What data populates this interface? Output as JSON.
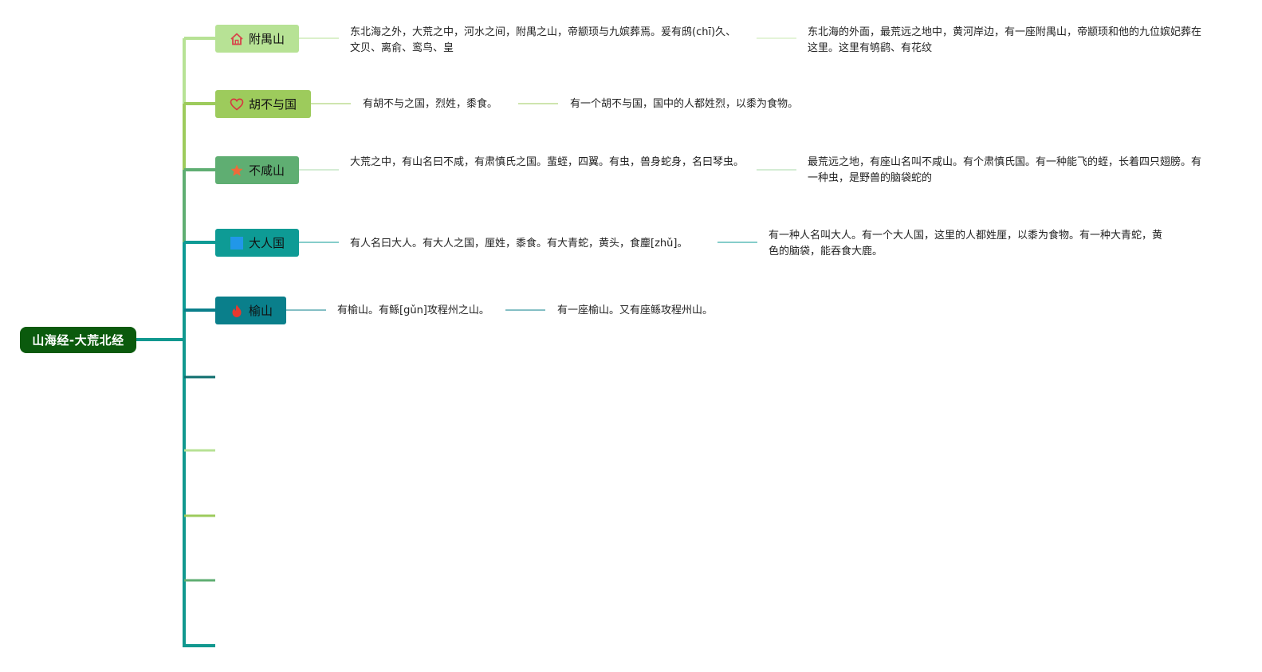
{
  "root": {
    "title": "山海经-大荒北经"
  },
  "branches": [
    {
      "label": "附禺山",
      "icon": "house-icon",
      "original": "东北海之外，大荒之中，河水之间，附禺之山，帝颛顼与九嫔葬焉。爰有鸱(chī)久、文贝、离俞、鸾鸟、皇",
      "translation": "东北海的外面，最荒远之地中，黄河岸边，有一座附禺山，帝颛顼和他的九位嫔妃葬在这里。这里有鸲鹞、有花纹"
    },
    {
      "label": "胡不与国",
      "icon": "heart-icon",
      "original": "有胡不与之国，烈姓，黍食。",
      "translation": "有一个胡不与国，国中的人都姓烈，以黍为食物。"
    },
    {
      "label": "不咸山",
      "icon": "star-icon",
      "original": "大荒之中，有山名曰不咸，有肃慎氏之国。蜚蛭，四翼。有虫，兽身蛇身，名曰琴虫。",
      "translation": "最荒远之地，有座山名叫不咸山。有个肃慎氏国。有一种能飞的蛭，长着四只翅膀。有一种虫，是野兽的脑袋蛇的"
    },
    {
      "label": "大人国",
      "icon": "square-icon",
      "original": "有人名曰大人。有大人之国，厘姓，黍食。有大青蛇，黄头，食麈[zhǔ]。",
      "translation": "有一种人名叫大人。有一个大人国，这里的人都姓厘，以黍为食物。有一种大青蛇，黄色的脑袋，能吞食大鹿。"
    },
    {
      "label": "榆山",
      "icon": "fire-icon",
      "original": "有榆山。有鲧[gǔn]攻程州之山。",
      "translation": "有一座榆山。又有座鲧攻程州山。"
    }
  ],
  "colors": {
    "root": "#0b5a0d",
    "branch1": "#b7e295",
    "branch2": "#9dcb5c",
    "branch3": "#5fae72",
    "branch4": "#0e9b95",
    "branch5": "#0a7f8b",
    "trunk": "#11988f",
    "icon_house": "#d8434a",
    "icon_heart": "#d8343f",
    "icon_star": "#ef6a3a",
    "icon_square": "#2197e8",
    "icon_fire": "#e8392f"
  }
}
